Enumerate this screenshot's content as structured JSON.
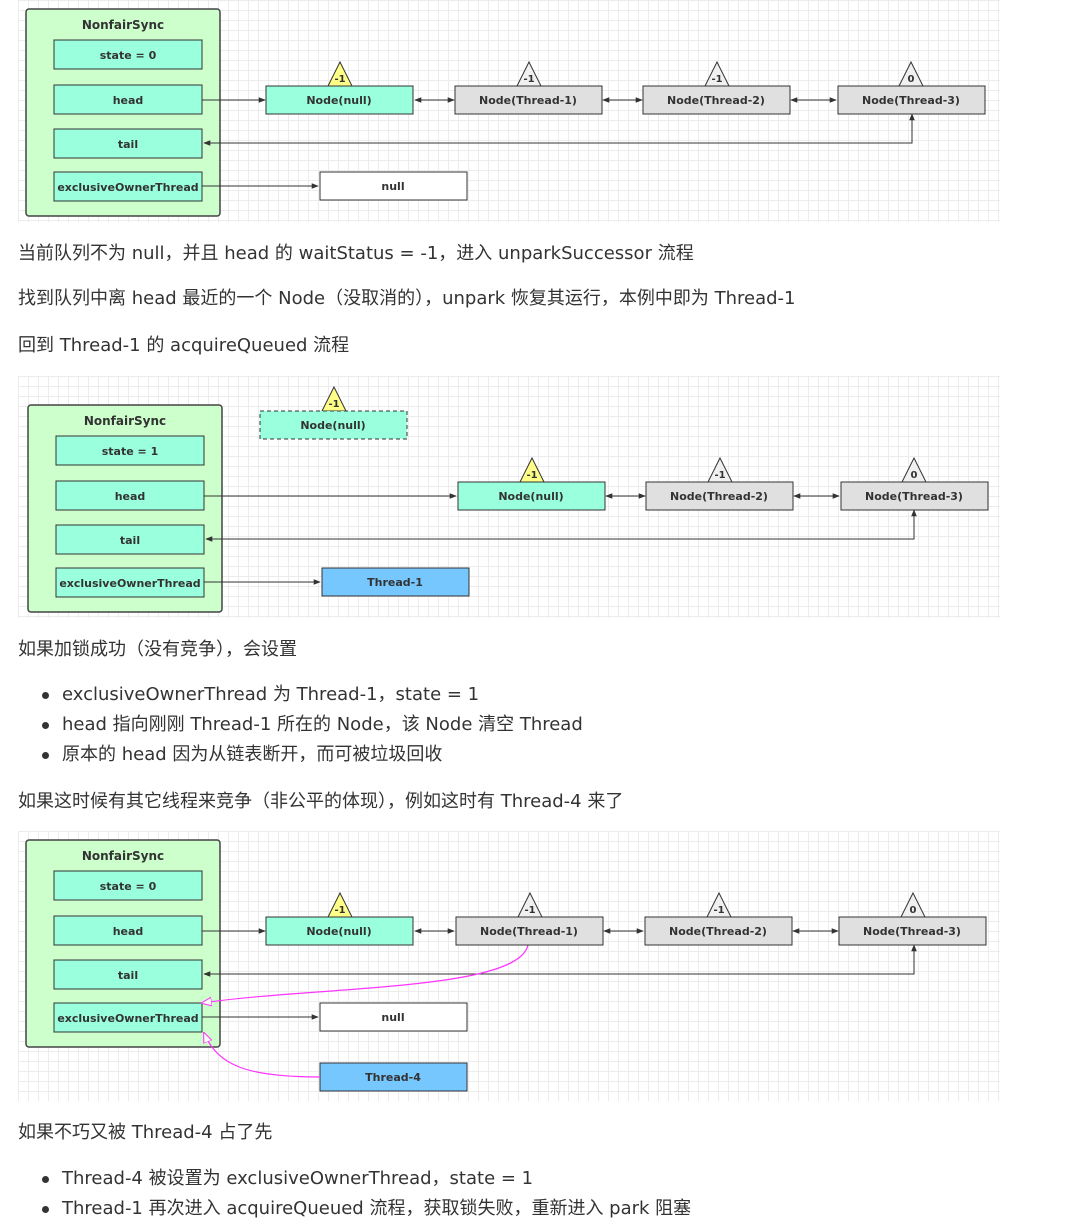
{
  "colors": {
    "sync_fill": "#ccffcc",
    "field_fill": "#99ffdd",
    "node_active_fill": "#99ffdd",
    "node_gray_fill": "#e0e0e0",
    "thread_fill": "#77c7ff",
    "status_yellow": "#ffff88",
    "status_gray": "#f0f0f0",
    "cas_arrow": "#ff33ff"
  },
  "text": {
    "p1": "当前队列不为 null，并且 head 的 waitStatus = -1，进入 unparkSuccessor 流程",
    "p2": "找到队列中离 head 最近的一个 Node（没取消的），unpark 恢复其运行，本例中即为 Thread-1",
    "p3": "回到 Thread-1 的 acquireQueued 流程",
    "p4": "如果加锁成功（没有竞争），会设置",
    "list1": [
      "exclusiveOwnerThread 为 Thread-1，state = 1",
      "head 指向刚刚 Thread-1 所在的 Node，该 Node 清空 Thread",
      "原本的 head 因为从链表断开，而可被垃圾回收"
    ],
    "p5": "如果这时候有其它线程来竞争（非公平的体现），例如这时有 Thread-4 来了",
    "p6": "如果不巧又被 Thread-4 占了先",
    "list2": [
      "Thread-4 被设置为 exclusiveOwnerThread，state = 1",
      "Thread-1 再次进入 acquireQueued 流程，获取锁失败，重新进入 park 阻塞"
    ]
  },
  "diagram1": {
    "sync_title": "NonfairSync",
    "state": "state = 0",
    "head": "head",
    "tail": "tail",
    "owner": "exclusiveOwnerThread",
    "owner_target": "null",
    "nodes": [
      {
        "label": "Node(null)",
        "status": "-1",
        "style": "active"
      },
      {
        "label": "Node(Thread-1)",
        "status": "-1",
        "style": "gray"
      },
      {
        "label": "Node(Thread-2)",
        "status": "-1",
        "style": "gray"
      },
      {
        "label": "Node(Thread-3)",
        "status": "0",
        "style": "gray"
      }
    ]
  },
  "diagram2": {
    "sync_title": "NonfairSync",
    "state": "state = 1",
    "head": "head",
    "tail": "tail",
    "owner": "exclusiveOwnerThread",
    "owner_target": "Thread-1",
    "detached_node": {
      "label": "Node(null)",
      "status": "-1"
    },
    "nodes": [
      {
        "label": "Node(null)",
        "status": "-1",
        "style": "active"
      },
      {
        "label": "Node(Thread-2)",
        "status": "-1",
        "style": "gray"
      },
      {
        "label": "Node(Thread-3)",
        "status": "0",
        "style": "gray"
      }
    ]
  },
  "diagram3": {
    "sync_title": "NonfairSync",
    "state": "state = 0",
    "head": "head",
    "tail": "tail",
    "owner": "exclusiveOwnerThread",
    "owner_target": "null",
    "competitor": "Thread-4",
    "nodes": [
      {
        "label": "Node(null)",
        "status": "-1",
        "style": "active"
      },
      {
        "label": "Node(Thread-1)",
        "status": "-1",
        "style": "gray"
      },
      {
        "label": "Node(Thread-2)",
        "status": "-1",
        "style": "gray"
      },
      {
        "label": "Node(Thread-3)",
        "status": "0",
        "style": "gray"
      }
    ]
  }
}
